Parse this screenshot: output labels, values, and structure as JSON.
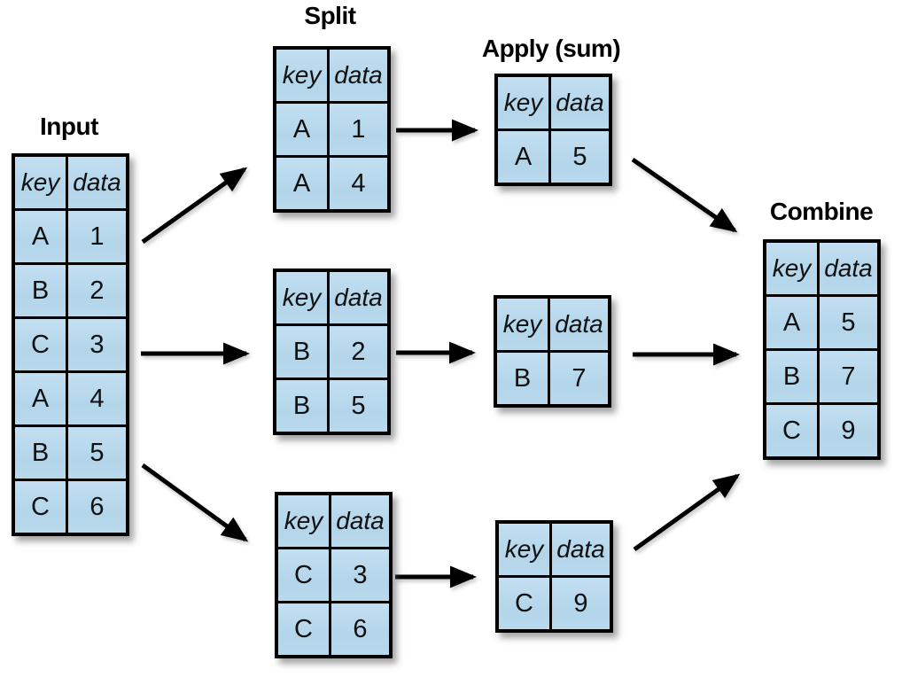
{
  "diagram": {
    "description": "Split-apply-combine groupby aggregation diagram",
    "colors": {
      "cell_fill": "#b9d9ec",
      "cell_fill_light": "#c3dff1",
      "border": "#000000",
      "arrow": "#000000",
      "background": "#ffffff",
      "text": "#111111"
    }
  },
  "titles": {
    "input": "Input",
    "split": "Split",
    "apply": "Apply (sum)",
    "combine": "Combine"
  },
  "tables": {
    "input": {
      "headers": [
        "key",
        "data"
      ],
      "rows": [
        [
          "A",
          "1"
        ],
        [
          "B",
          "2"
        ],
        [
          "C",
          "3"
        ],
        [
          "A",
          "4"
        ],
        [
          "B",
          "5"
        ],
        [
          "C",
          "6"
        ]
      ]
    },
    "split_a": {
      "headers": [
        "key",
        "data"
      ],
      "rows": [
        [
          "A",
          "1"
        ],
        [
          "A",
          "4"
        ]
      ]
    },
    "split_b": {
      "headers": [
        "key",
        "data"
      ],
      "rows": [
        [
          "B",
          "2"
        ],
        [
          "B",
          "5"
        ]
      ]
    },
    "split_c": {
      "headers": [
        "key",
        "data"
      ],
      "rows": [
        [
          "C",
          "3"
        ],
        [
          "C",
          "6"
        ]
      ]
    },
    "apply_a": {
      "headers": [
        "key",
        "data"
      ],
      "rows": [
        [
          "A",
          "5"
        ]
      ]
    },
    "apply_b": {
      "headers": [
        "key",
        "data"
      ],
      "rows": [
        [
          "B",
          "7"
        ]
      ]
    },
    "apply_c": {
      "headers": [
        "key",
        "data"
      ],
      "rows": [
        [
          "C",
          "9"
        ]
      ]
    },
    "combine": {
      "headers": [
        "key",
        "data"
      ],
      "rows": [
        [
          "A",
          "5"
        ],
        [
          "B",
          "7"
        ],
        [
          "C",
          "9"
        ]
      ]
    }
  },
  "arrows": [
    {
      "from": "input",
      "to": "split-a"
    },
    {
      "from": "input",
      "to": "split-b"
    },
    {
      "from": "input",
      "to": "split-c"
    },
    {
      "from": "split-a",
      "to": "apply-a"
    },
    {
      "from": "split-b",
      "to": "apply-b"
    },
    {
      "from": "split-c",
      "to": "apply-c"
    },
    {
      "from": "apply-a",
      "to": "combine"
    },
    {
      "from": "apply-b",
      "to": "combine"
    },
    {
      "from": "apply-c",
      "to": "combine"
    }
  ]
}
